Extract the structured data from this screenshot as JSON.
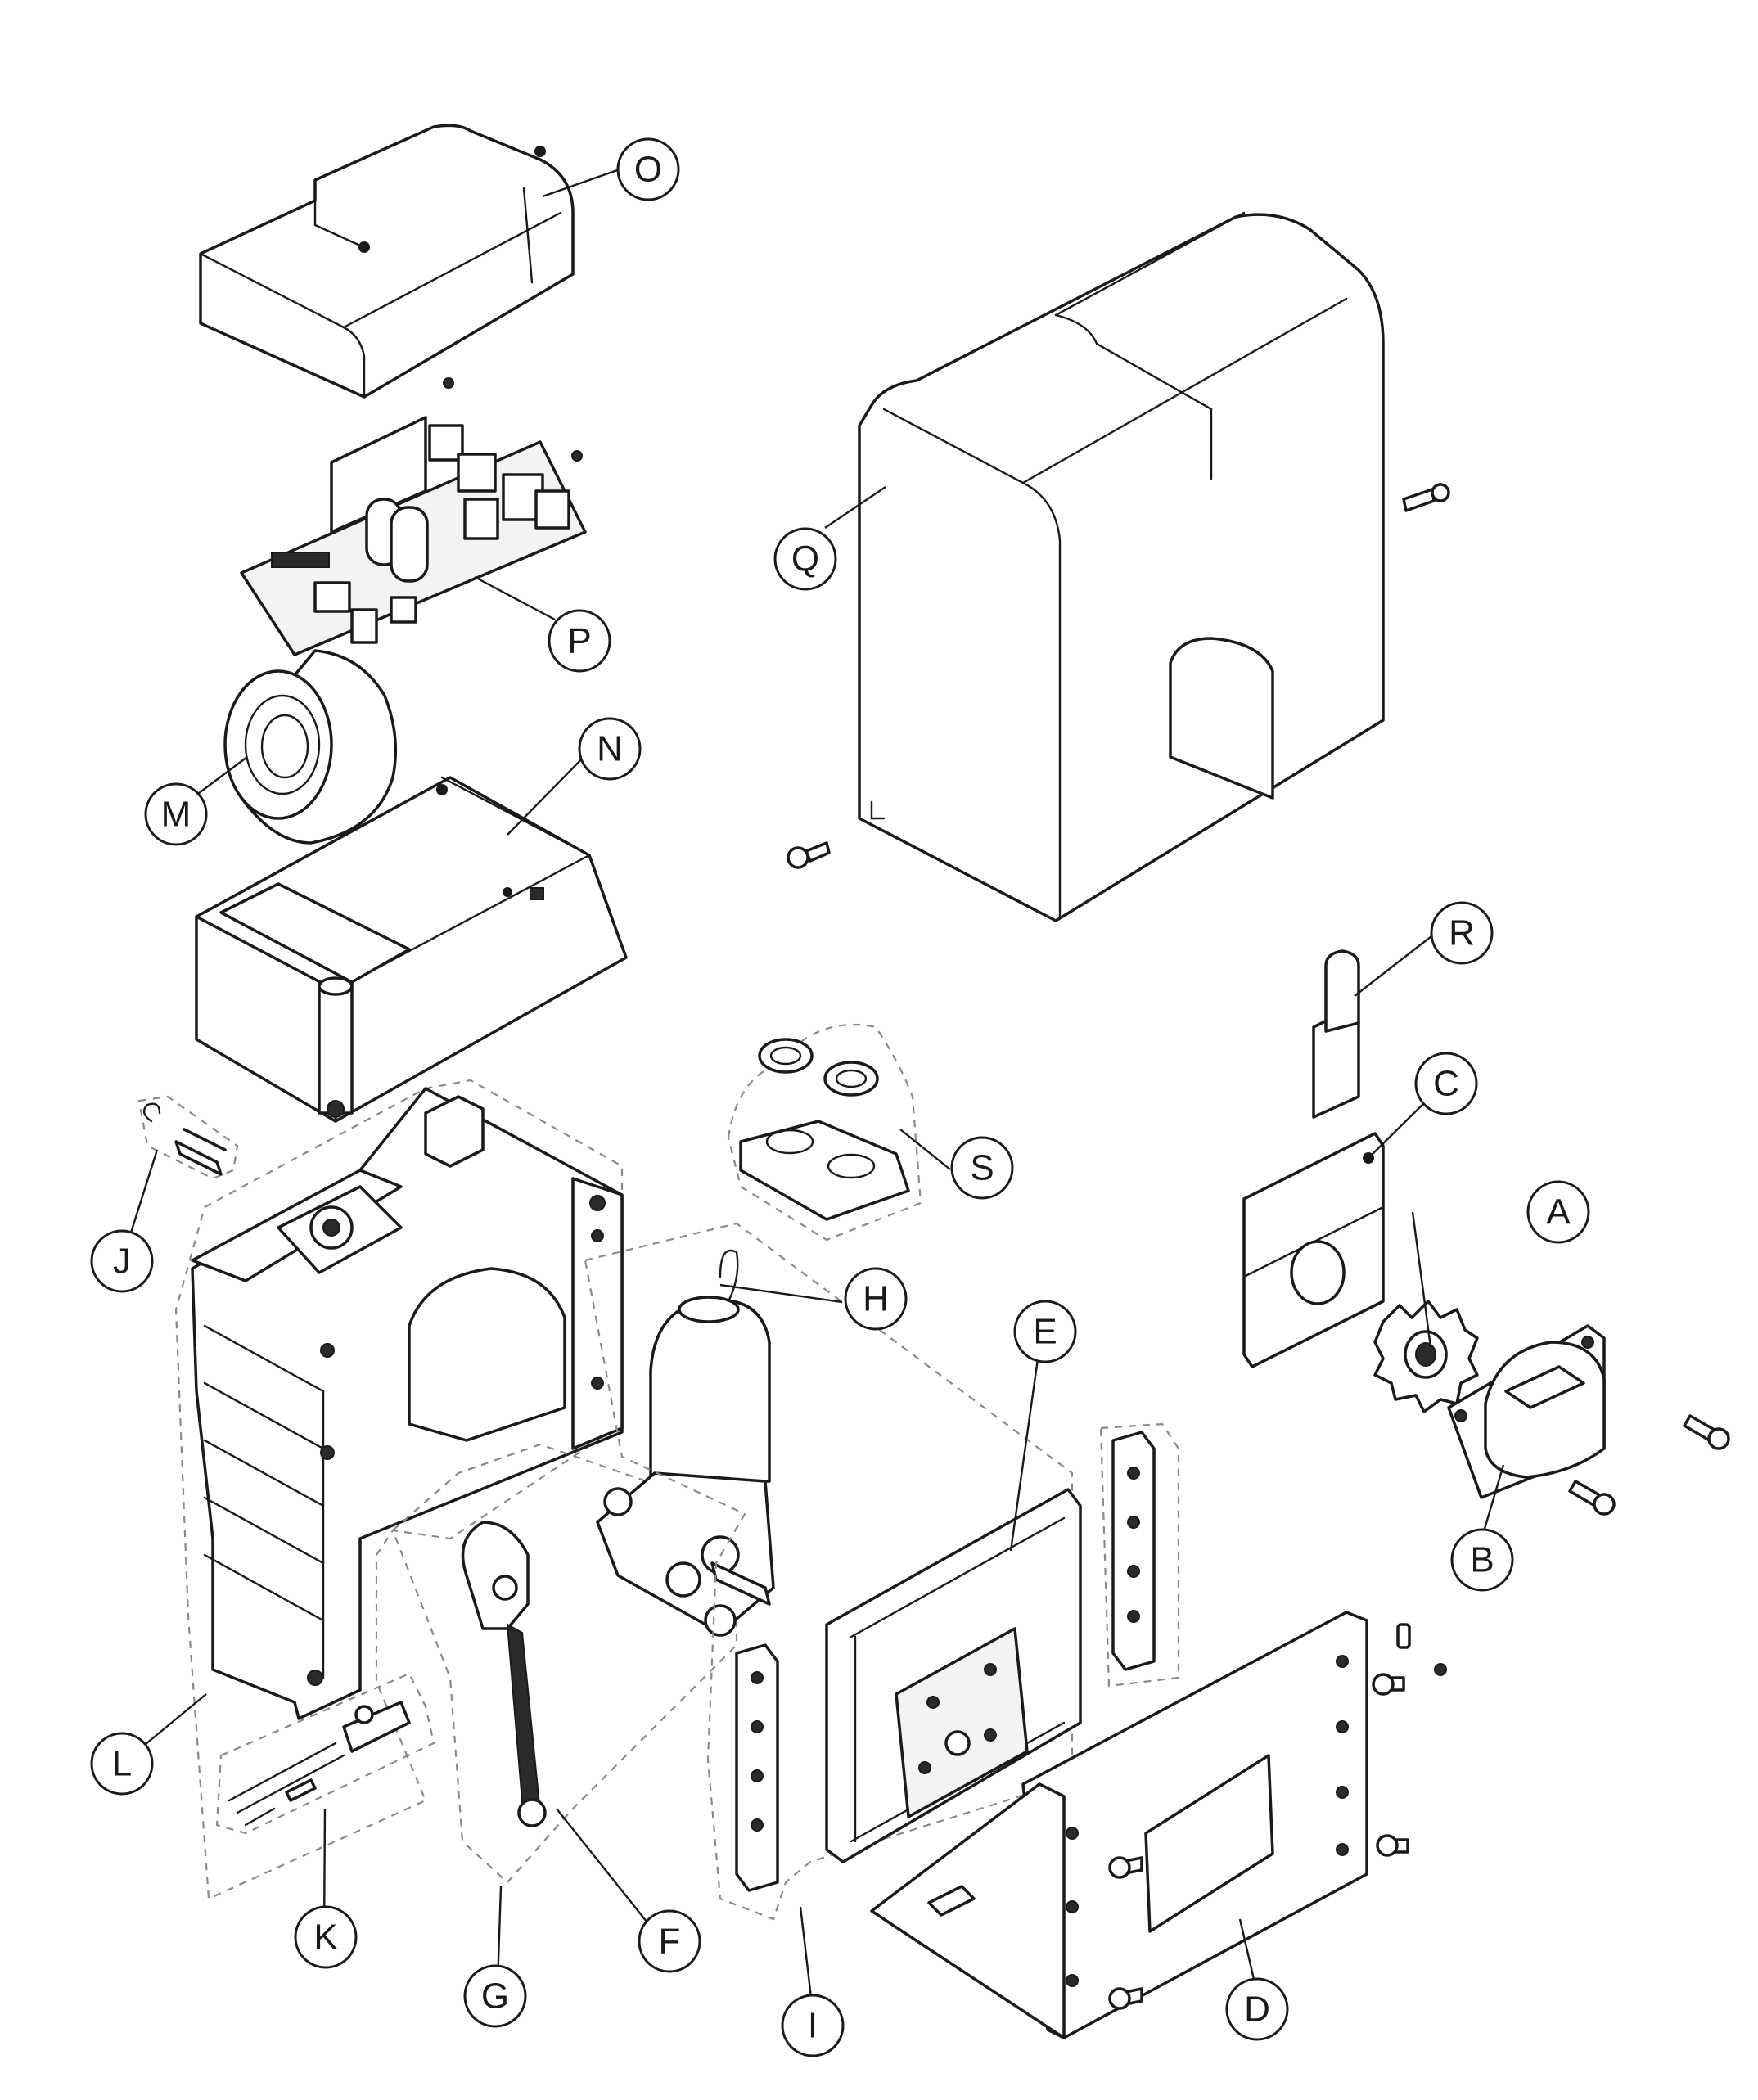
{
  "diagram": {
    "callouts": [
      {
        "id": "A",
        "label": "A"
      },
      {
        "id": "B",
        "label": "B"
      },
      {
        "id": "C",
        "label": "C"
      },
      {
        "id": "D",
        "label": "D"
      },
      {
        "id": "E",
        "label": "E"
      },
      {
        "id": "F",
        "label": "F"
      },
      {
        "id": "G",
        "label": "G"
      },
      {
        "id": "H",
        "label": "H"
      },
      {
        "id": "I",
        "label": "I"
      },
      {
        "id": "J",
        "label": "J"
      },
      {
        "id": "K",
        "label": "K"
      },
      {
        "id": "L",
        "label": "L"
      },
      {
        "id": "M",
        "label": "M"
      },
      {
        "id": "N",
        "label": "N"
      },
      {
        "id": "O",
        "label": "O"
      },
      {
        "id": "P",
        "label": "P"
      },
      {
        "id": "Q",
        "label": "Q"
      },
      {
        "id": "R",
        "label": "R"
      },
      {
        "id": "S",
        "label": "S"
      }
    ]
  }
}
